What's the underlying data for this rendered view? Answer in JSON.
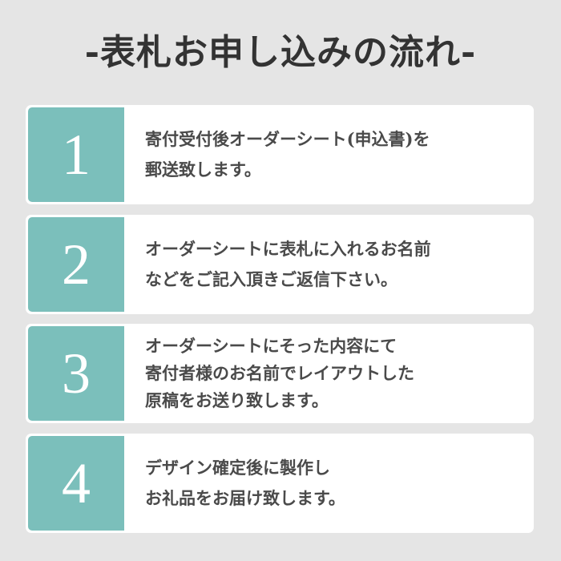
{
  "title": "-表札お申し込みの流れ-",
  "colors": {
    "background": "#e5e5e5",
    "card": "#ffffff",
    "accent_teal": "#7bbfbb",
    "text": "#4a4a4a",
    "title_text": "#333333"
  },
  "steps": [
    {
      "number": "1",
      "lines": [
        "寄付受付後オーダーシート(申込書)を",
        "郵送致します。"
      ]
    },
    {
      "number": "2",
      "lines": [
        "オーダーシートに表札に入れるお名前",
        "などをご記入頂きご返信下さい。"
      ]
    },
    {
      "number": "3",
      "lines": [
        "オーダーシートにそった内容にて",
        "寄付者様のお名前でレイアウトした",
        "原稿をお送り致します。"
      ]
    },
    {
      "number": "4",
      "lines": [
        "デザイン確定後に製作し",
        "お礼品をお届け致します。"
      ]
    }
  ]
}
